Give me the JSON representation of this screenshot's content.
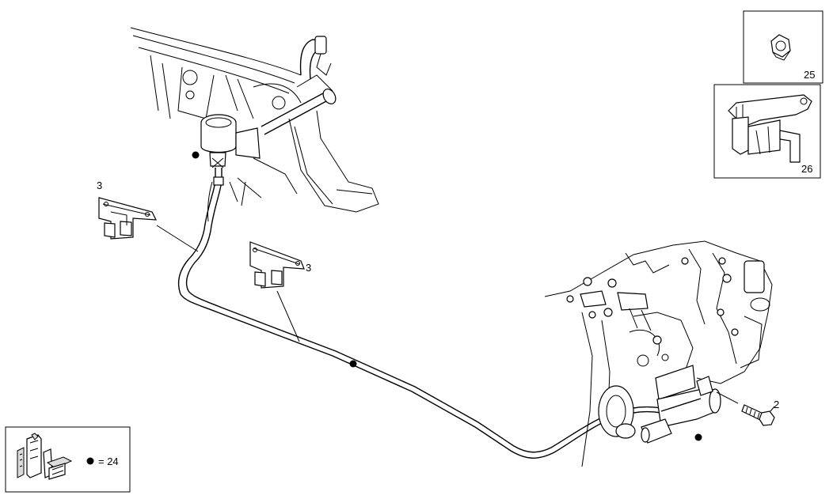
{
  "diagram": {
    "callouts": {
      "bracket_left": "3",
      "bracket_center": "3",
      "bolt": "2"
    },
    "inset_nut": {
      "number": "25"
    },
    "inset_bracket": {
      "number": "26"
    },
    "legend": {
      "symbol": "●",
      "text": "= 24"
    }
  }
}
